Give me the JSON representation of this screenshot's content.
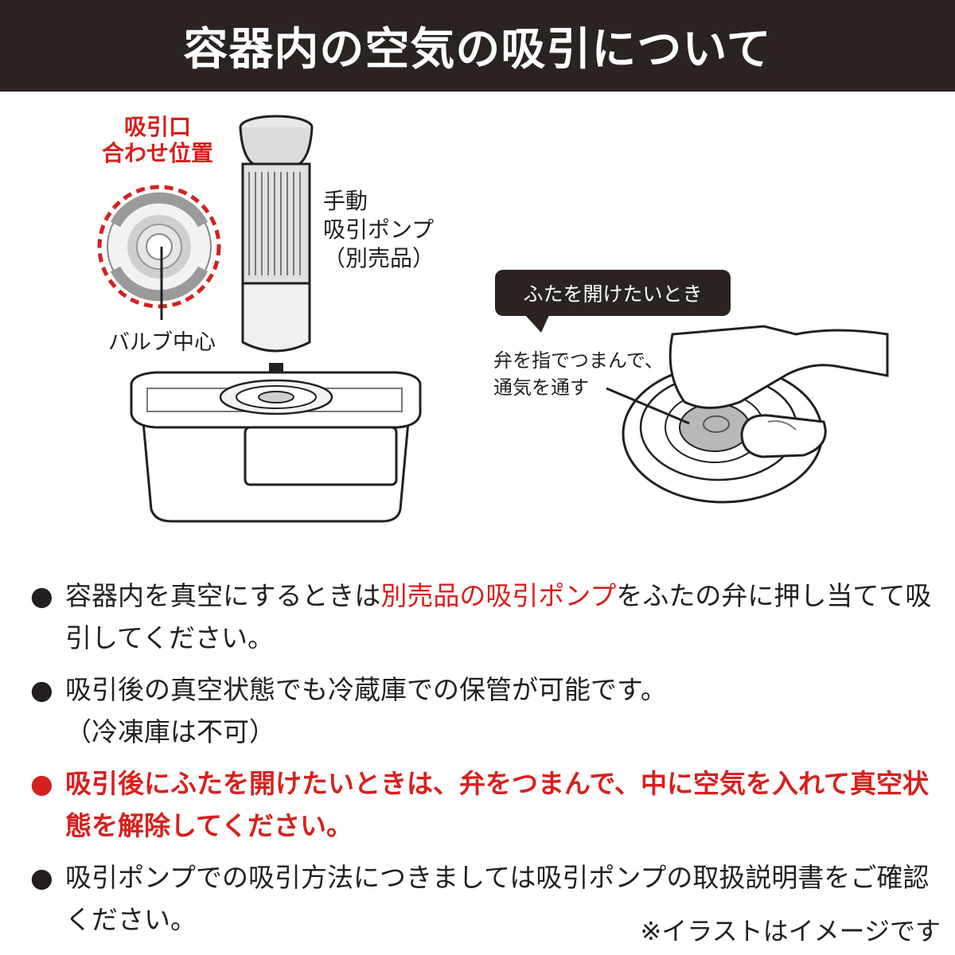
{
  "header": {
    "title": "容器内の空気の吸引について"
  },
  "illustration": {
    "suction_port_label_line1": "吸引口",
    "suction_port_label_line2": "合わせ位置",
    "valve_center_label": "バルブ中心",
    "pump_label_line1": "手動",
    "pump_label_line2": "吸引ポンプ",
    "pump_label_line3": "（別売品）",
    "open_lid_bubble": "ふたを開けたいとき",
    "pinch_label_line1": "弁を指でつまんで、",
    "pinch_label_line2": "通気を通す"
  },
  "notes": [
    {
      "bullet": "●",
      "text_before": "容器内を真空にするときは",
      "text_highlight": "別売品の吸引ポンプ",
      "text_after": "をふたの弁に押し当てて吸引してください。"
    },
    {
      "bullet": "●",
      "text_line1": "吸引後の真空状態でも冷蔵庫での保管が可能です。",
      "text_line2": "（冷凍庫は不可）"
    },
    {
      "bullet": "●",
      "text": "吸引後にふたを開けたいときは、弁をつまんで、中に空気を入れて真空状態を解除してください。"
    },
    {
      "bullet": "●",
      "text": "吸引ポンプでの吸引方法につきましては吸引ポンプの取扱説明書をご確認ください。"
    }
  ],
  "footer": {
    "note": "※イラストはイメージです"
  },
  "colors": {
    "header_bg": "#2a2322",
    "accent_red": "#d7201d",
    "text": "#231f20"
  }
}
